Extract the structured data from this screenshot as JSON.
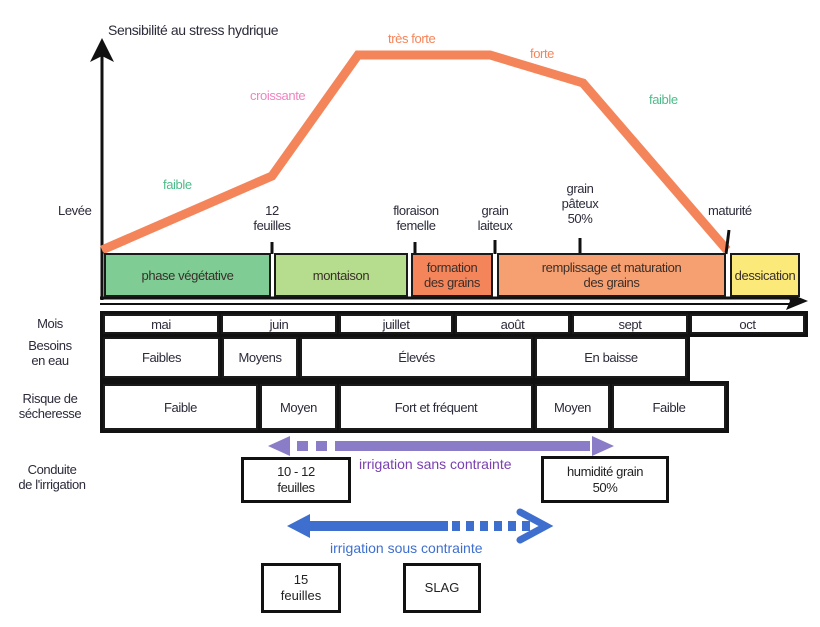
{
  "title": "Sensibilité au stress hydrique",
  "colors": {
    "curve": "#f4855a",
    "faible_text": "#4dbb8a",
    "croissante_text": "#ef84c0",
    "forte_text": "#f4855a",
    "phase_vegetative": "#7fcc94",
    "montaison": "#b6dd8e",
    "formation": "#f4855a",
    "remplissage": "#f6a072",
    "dessication": "#fbe97a",
    "arrow_sans_contrainte": "#8a7cc6",
    "text_sans_contrainte": "#7a3fb0",
    "arrow_sous_contrainte": "#3e6fcf",
    "text_sous_contrainte": "#3e6fcf"
  },
  "sensitivity_labels": {
    "faible_1": "faible",
    "croissante": "croissante",
    "tres_forte": "très forte",
    "forte": "forte",
    "faible_2": "faible"
  },
  "stages": {
    "levee": "Levée",
    "douze_feuilles_1": "12",
    "douze_feuilles_2": "feuilles",
    "floraison_1": "floraison",
    "floraison_2": "femelle",
    "laiteux_1": "grain",
    "laiteux_2": "laiteux",
    "pateux_1": "grain",
    "pateux_2": "pâteux",
    "pateux_3": "50%",
    "maturite": "maturité"
  },
  "phases": [
    {
      "label_1": "phase végétative",
      "label_2": ""
    },
    {
      "label_1": "montaison",
      "label_2": ""
    },
    {
      "label_1": "formation",
      "label_2": "des grains"
    },
    {
      "label_1": "remplissage et maturation",
      "label_2": "des grains"
    },
    {
      "label_1": "dessication",
      "label_2": ""
    }
  ],
  "row_labels": {
    "mois": "Mois",
    "besoins_1": "Besoins",
    "besoins_2": "en eau",
    "risque_1": "Risque de",
    "risque_2": "sécheresse",
    "conduite_1": "Conduite",
    "conduite_2": "de l'irrigation"
  },
  "months": [
    "mai",
    "juin",
    "juillet",
    "août",
    "sept",
    "oct"
  ],
  "besoins": [
    "Faibles",
    "Moyens",
    "Élevés",
    "En baisse"
  ],
  "risque": [
    "Faible",
    "Moyen",
    "Fort et fréquent",
    "Moyen",
    "Faible"
  ],
  "irrigation": {
    "sans_contrainte": "irrigation sans contrainte",
    "sous_contrainte": "irrigation sous contrainte",
    "box_10_12_l1": "10 - 12",
    "box_10_12_l2": "feuilles",
    "box_humidite_l1": "humidité grain",
    "box_humidite_l2": "50%",
    "box_15_l1": "15",
    "box_15_l2": "feuilles",
    "box_slag": "SLAG"
  }
}
